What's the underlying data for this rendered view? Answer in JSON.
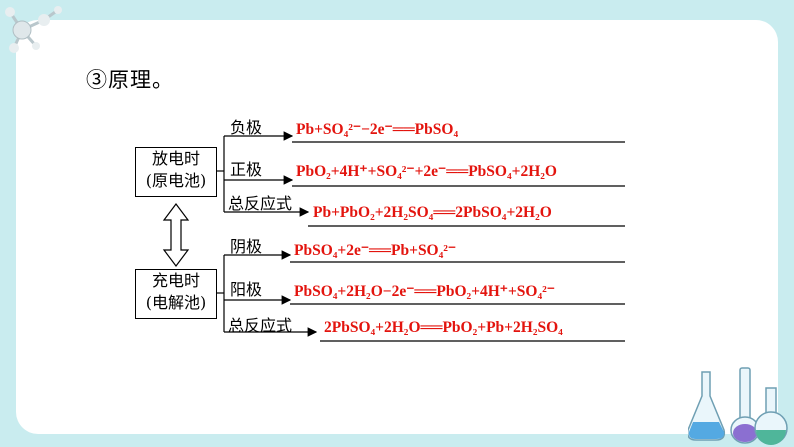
{
  "title": "③原理。",
  "discharge": {
    "box_line1": "放电时",
    "box_line2": "(原电池)",
    "negative_label": "负极",
    "positive_label": "正极",
    "total_label": "总反应式"
  },
  "charge": {
    "box_line1": "充电时",
    "box_line2": "(电解池)",
    "cathode_label": "阴极",
    "anode_label": "阳极",
    "total_label": "总反应式"
  },
  "equations": {
    "discharge_negative": "Pb+SO₄²⁻−2e⁻══PbSO₄",
    "discharge_positive": "PbO₂+4H⁺+SO₄²⁻+2e⁻══PbSO₄+2H₂O",
    "discharge_total": "Pb+PbO₂+2H₂SO₄══2PbSO₄+2H₂O",
    "charge_cathode": "PbSO₄+2e⁻══Pb+SO₄²⁻",
    "charge_anode": "PbSO₄+2H₂O−2e⁻══PbO₂+4H⁺+SO₄²⁻",
    "charge_total": "2PbSO₄+2H₂O══PbO₂+Pb+2H₂SO₄"
  },
  "colors": {
    "background": "#c9ecef",
    "card": "#ffffff",
    "equation_red": "#e3140e"
  },
  "icons": [
    "molecule-icon",
    "lab-flasks-icon"
  ]
}
